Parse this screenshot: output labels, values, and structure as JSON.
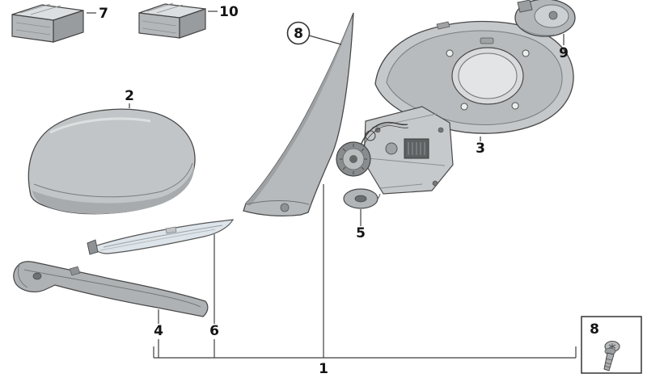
{
  "diagram": {
    "callouts": {
      "part1": "1",
      "part2": "2",
      "part3": "3",
      "part4": "4",
      "part5": "5",
      "part6": "6",
      "part7": "7",
      "part8": "8",
      "part9": "9",
      "part10": "10"
    },
    "colors": {
      "background": "#ffffff",
      "outline": "#3f3f3f",
      "part_gray": "#c2c5c7",
      "lens_tint": "#dde4ea"
    }
  }
}
